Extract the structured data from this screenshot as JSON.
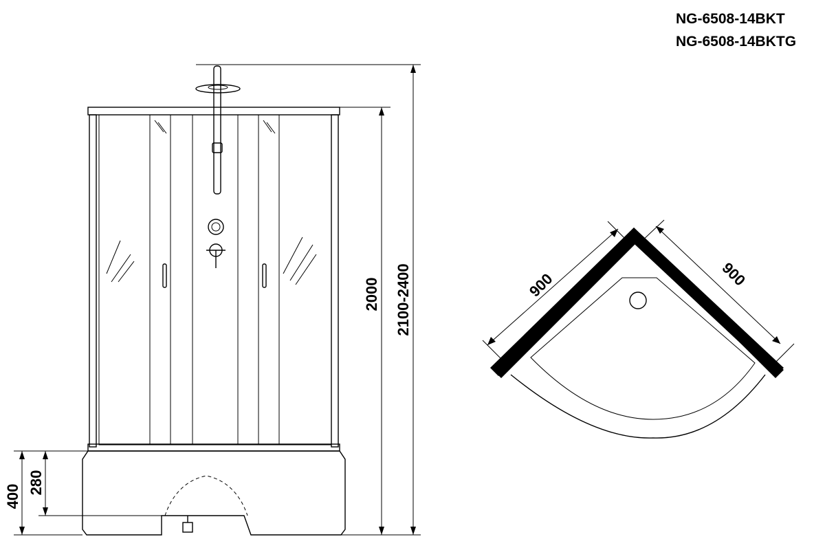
{
  "header": {
    "model_1": "NG-6508-14BKT",
    "model_2": "NG-6508-14BKTG"
  },
  "front_view": {
    "dim_total_height": "2100-2400",
    "dim_cabin_height": "2000",
    "dim_tray_height": "400",
    "dim_tray_inner_height": "280"
  },
  "top_view": {
    "dim_side_left": "900",
    "dim_side_right": "900"
  },
  "colors": {
    "line": "#000000",
    "background": "#ffffff"
  }
}
